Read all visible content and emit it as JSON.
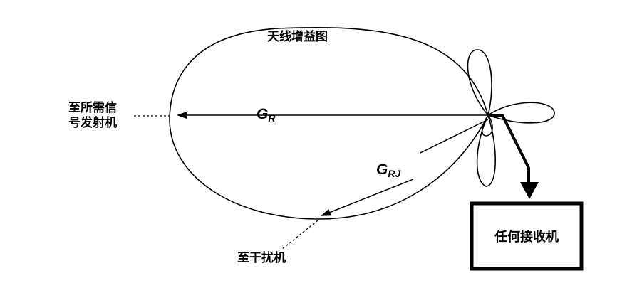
{
  "diagram": {
    "title": "天线增益图",
    "desired_label_line1": "至所需信",
    "desired_label_line2": "号发射机",
    "gain_desired_main": "G",
    "gain_desired_sub": "R",
    "gain_jammer_main": "G",
    "gain_jammer_sub": "RJ",
    "jammer_label": "至干扰机",
    "receiver_label": "任何接收机"
  },
  "colors": {
    "stroke": "#000000",
    "background": "#ffffff"
  }
}
